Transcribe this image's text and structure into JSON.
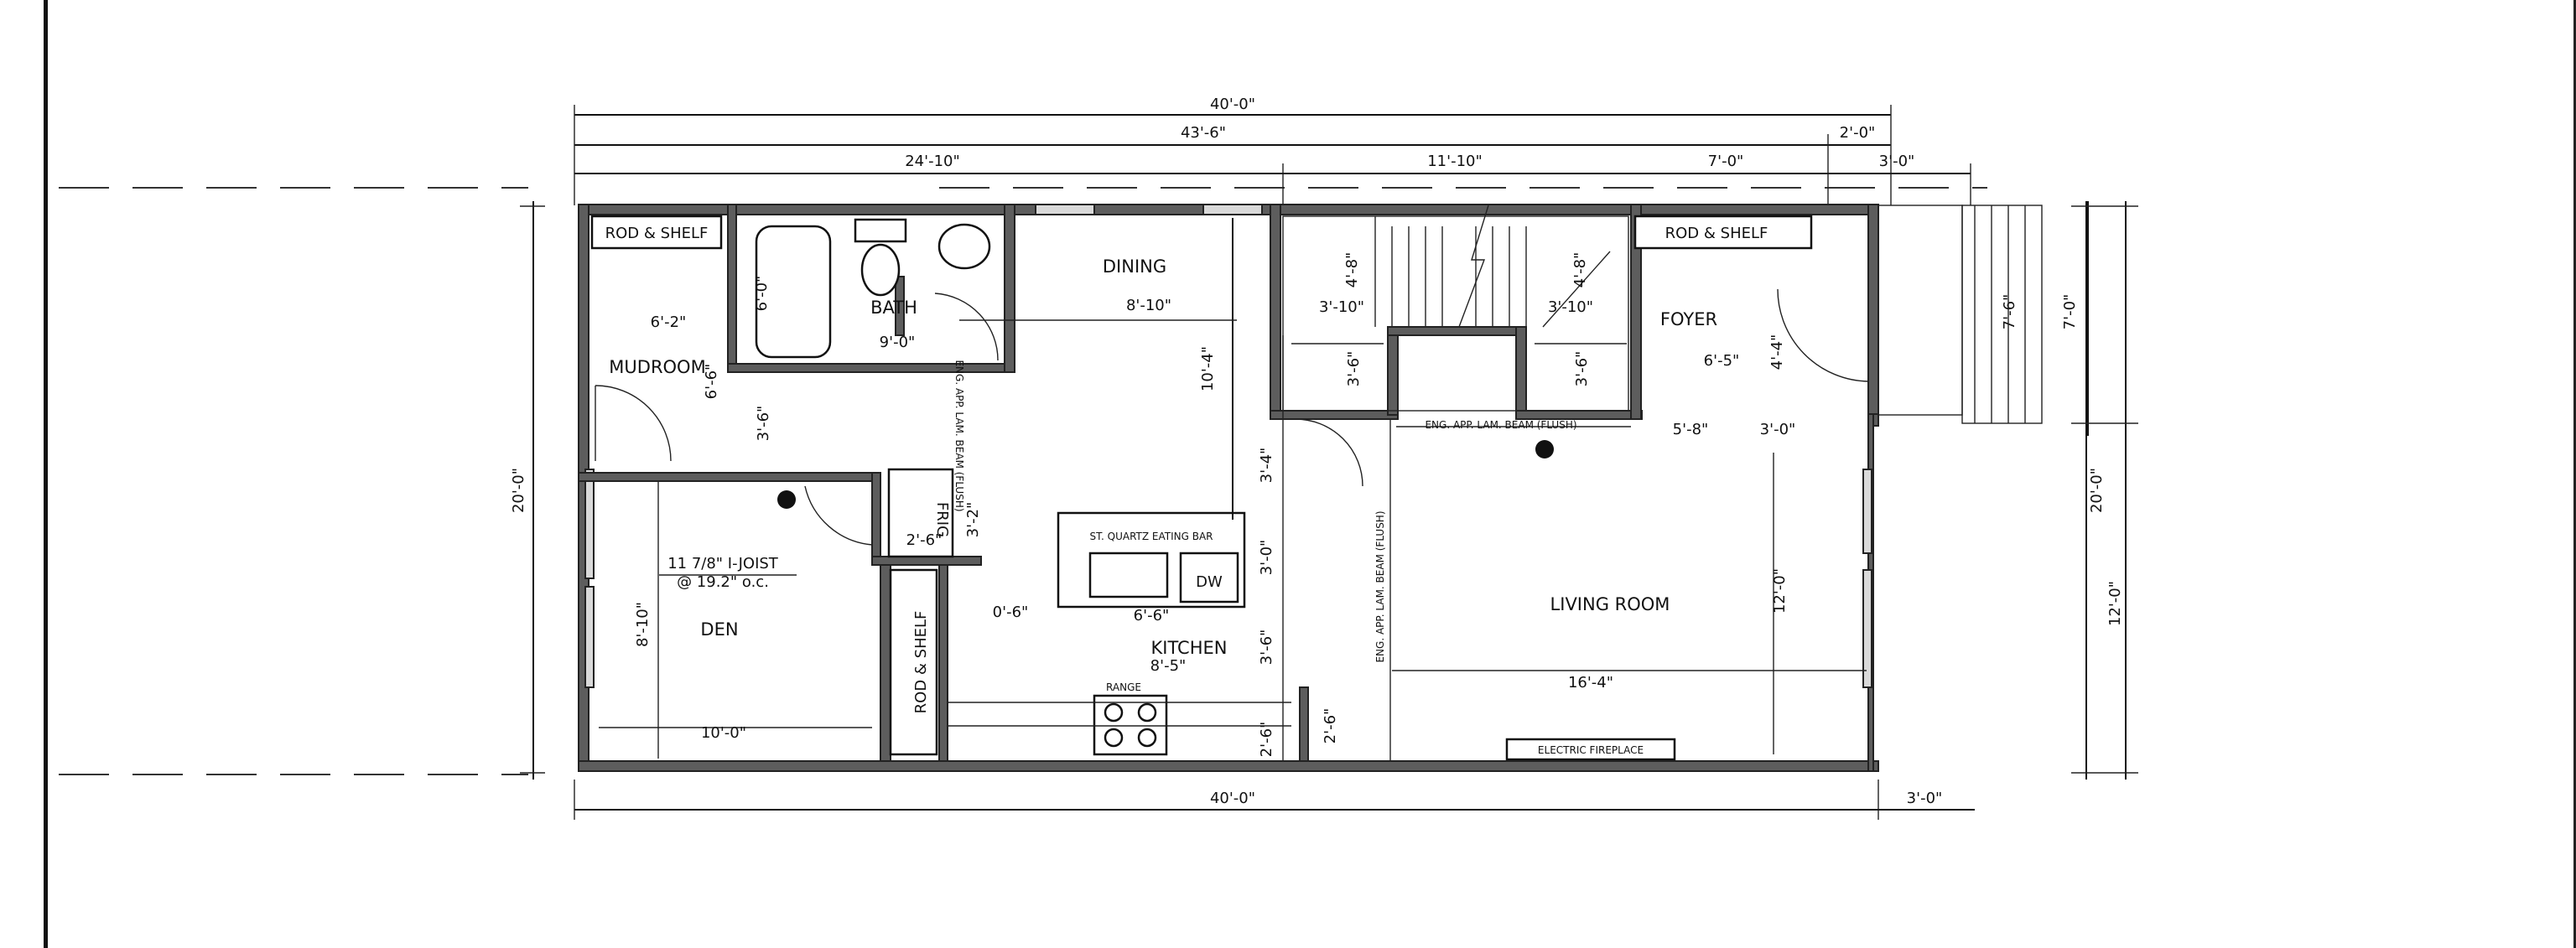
{
  "dimensions": {
    "overall_top": "40'-0\"",
    "subtotal_top": "43'-6\"",
    "porch_top": "2'-0\"",
    "segment_a": "24'-10\"",
    "segment_b": "11'-10\"",
    "segment_c": "7'-0\"",
    "segment_d": "3'-0\"",
    "overall_bottom": "40'-0\"",
    "porch_bottom": "3'-0\"",
    "left_height": "20'-0\"",
    "right_height": "20'-0\"",
    "right_lower": "12'-0\"",
    "stair_height": "7'-6\"",
    "stair_height_b": "7'-0\"",
    "den_width": "10'-0\"",
    "den_height": "8'-10\"",
    "mudroom_width": "6'-2\"",
    "mudroom_height": "6'-6\"",
    "hall_height": "3'-6\"",
    "dining_width": "8'-10\"",
    "dining_height": "10'-4\"",
    "bath_width": "9'-0\"",
    "bath_depth": "6'-0\"",
    "stair_a": "3'-10\"",
    "stair_b": "3'-10\"",
    "stair_c": "4'-8\"",
    "stair_d": "4'-8\"",
    "stair_e": "3'-6\"",
    "stair_f": "3'-6\"",
    "kitchen_a": "3'-4\"",
    "kitchen_b": "3'-0\"",
    "kitchen_c": "3'-6\"",
    "kitchen_d": "2'-6\"",
    "kitchen_e": "6'-6\"",
    "kitchen_f": "8'-5\"",
    "kitchen_g": "2'-6\"",
    "kitchen_h": "0'-6\"",
    "frig_w": "2'-6\"",
    "frig_h": "3'-2\"",
    "living_w": "16'-4\"",
    "living_h": "12'-0\"",
    "foyer_a": "6'-5\"",
    "foyer_b": "4'-4\"",
    "foyer_c": "5'-8\"",
    "foyer_d": "3'-0\""
  },
  "rooms": {
    "rod_shelf_left": "ROD & SHELF",
    "rod_shelf_right": "ROD & SHELF",
    "rod_shelf_vertical": "ROD & SHELF",
    "mudroom": "MUDROOM",
    "bath": "BATH",
    "dining": "DINING",
    "foyer": "FOYER",
    "den": "DEN",
    "kitchen": "KITCHEN",
    "living_room": "LIVING ROOM",
    "frig": "FRIG",
    "dw": "DW",
    "range": "RANGE",
    "fireplace": "ELECTRIC FIREPLACE",
    "joist_note_1": "11 7/8\" I-JOIST",
    "joist_note_2": "@ 19.2\" o.c.",
    "island_label": "ST. QUARTZ EATING BAR",
    "beam_flush": "ENG. APP. LAM. BEAM (FLUSH)",
    "beam_living": "ENG. APP. LAM. BEAM (FLUSH)",
    "beam_vertical": "ENG. APP. LAM. BEAM (FLUSH)"
  }
}
